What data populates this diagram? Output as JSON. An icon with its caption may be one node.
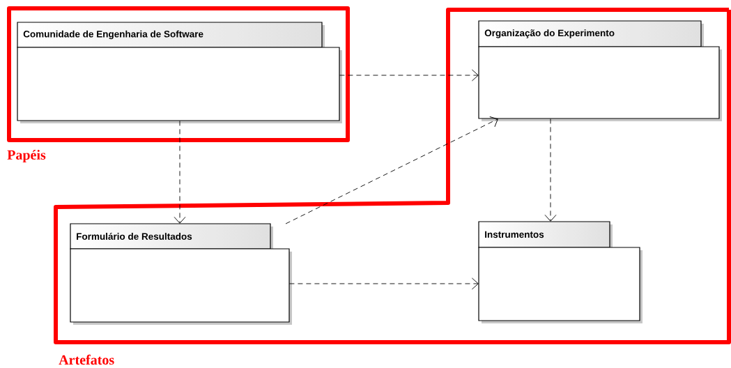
{
  "diagram": {
    "nodes": [
      {
        "text": [
          "Papéis"
        ]
      },
      {
        "text": [
          "Comunidade de Engenharia de Software"
        ],
        "in": 0
      },
      {
        "text": [
          "Artefatos"
        ]
      },
      {
        "text": [
          "Organização do Experimento"
        ],
        "in": 2
      },
      {
        "text": [
          "Formulário de Resultados"
        ],
        "in": 2
      },
      {
        "text": [
          "Instrumentos"
        ],
        "in": 2
      }
    ],
    "edges": [
      {
        "from": 1,
        "to": 3,
        "arrow": "to",
        "style": "dashed"
      },
      {
        "from": 1,
        "to": 4,
        "arrow": "to",
        "style": "dashed"
      },
      {
        "from": 4,
        "to": 3,
        "arrow": "to",
        "style": "dashed"
      },
      {
        "from": 3,
        "to": 5,
        "arrow": "to",
        "style": "dashed"
      },
      {
        "from": 4,
        "to": 5,
        "arrow": "to",
        "style": "dashed"
      }
    ]
  }
}
